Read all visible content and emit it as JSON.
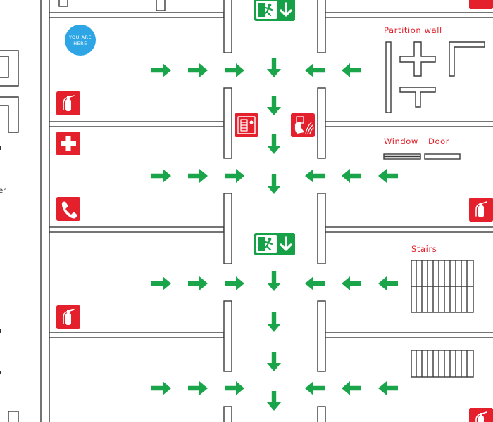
{
  "you_are_here": {
    "line1": "YOU ARE",
    "line2": "HERE",
    "color": "#2ea6e6"
  },
  "legend": {
    "partition_wall": "Partition wall",
    "window": "Window",
    "door": "Door",
    "stairs": "Stairs"
  },
  "left_edge_text": "er",
  "colors": {
    "arrow": "#1aa54b",
    "safety_red": "#e3202b",
    "exit_green": "#16a048"
  },
  "icons": {
    "fire_extinguisher": "fire-extinguisher-icon",
    "first_aid": "first-aid-cross-icon",
    "emergency_phone": "emergency-phone-icon",
    "fire_hose": "fire-hose-reel-icon",
    "fire_alarm": "fire-alarm-call-point-icon",
    "emergency_exit": "emergency-exit-running-man-icon"
  }
}
